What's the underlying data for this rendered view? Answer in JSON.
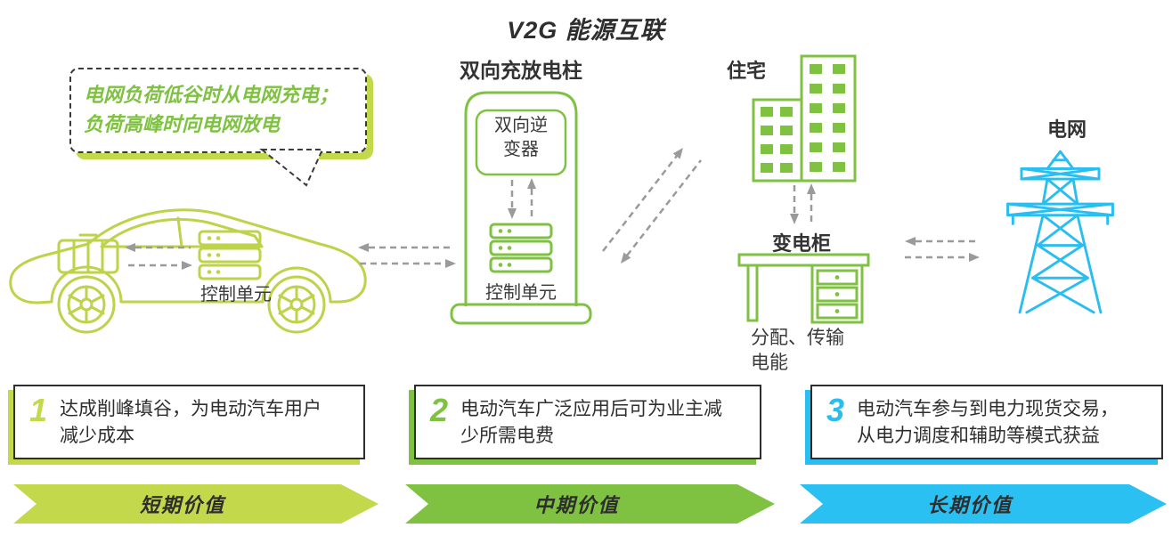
{
  "title": "V2G 能源互联",
  "colors": {
    "lime": "#c3d84b",
    "green": "#7fc241",
    "cyan": "#2abdf0",
    "dark": "#2e2e2e",
    "arrow_gray": "#9a9a9a"
  },
  "speech_bubble": {
    "line1": "电网负荷低谷时从电网充电；",
    "line2": "负荷高峰时向电网放电"
  },
  "car": {
    "control_unit": "控制单元"
  },
  "charging_pile": {
    "label": "双向充放电柱",
    "inverter": "双向逆变器",
    "control_unit": "控制单元"
  },
  "residence": {
    "label": "住宅"
  },
  "substation": {
    "label": "变电柜",
    "caption_line1": "分配、传输",
    "caption_line2": "电能"
  },
  "grid": {
    "label": "电网"
  },
  "value_items": [
    {
      "number": "1",
      "text": "达成削峰填谷，为电动汽车用户减少成本",
      "period": "短期价值"
    },
    {
      "number": "2",
      "text": "电动汽车广泛应用后可为业主减少所需电费",
      "period": "中期价值"
    },
    {
      "number": "3",
      "text": "电动汽车参与到电力现货交易，从电力调度和辅助等模式获益",
      "period": "长期价值"
    }
  ]
}
